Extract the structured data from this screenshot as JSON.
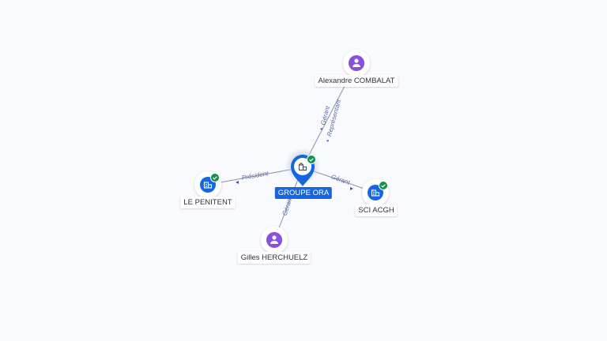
{
  "nodes": {
    "center": {
      "label": "GROUPE ORA",
      "icon": "building-icon",
      "verified": true
    },
    "alexandre": {
      "label": "Alexandre COMBALAT",
      "icon": "person-icon"
    },
    "le_penitent": {
      "label": "LE PENITENT",
      "icon": "building-icon",
      "verified": true
    },
    "sci_acgh": {
      "label": "SCI ACGH",
      "icon": "building-icon",
      "verified": true
    },
    "gilles": {
      "label": "Gilles HERCHUELZ",
      "icon": "person-icon"
    }
  },
  "edges": {
    "alexandre_gerant": "Gérant",
    "alexandre_representant": "Représentant",
    "le_penitent_president": "Président",
    "sci_acgh_gerant": "Gérant",
    "gilles_gerant": "Gérant"
  },
  "colors": {
    "company": "#1567e0",
    "person": "#8a4fe0",
    "verified": "#12914a",
    "edge": "#8c93a8"
  }
}
